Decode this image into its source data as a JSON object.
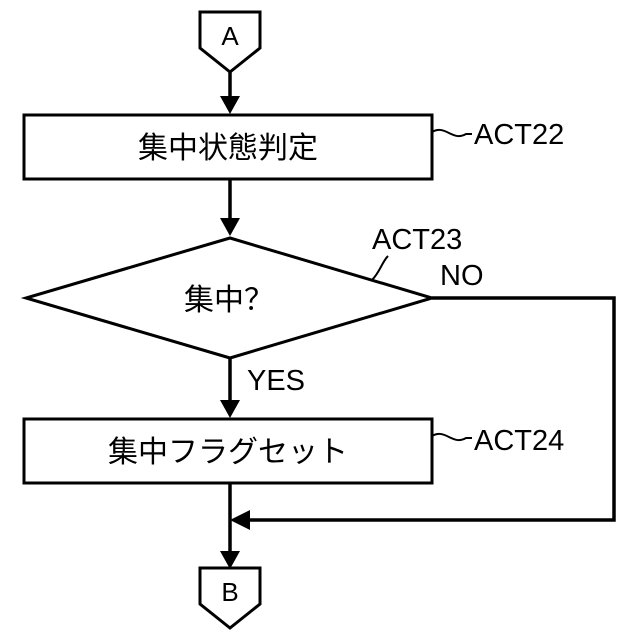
{
  "connectors": {
    "start": "A",
    "end": "B"
  },
  "steps": {
    "act22": {
      "text": "集中状態判定",
      "tag": "ACT22"
    },
    "act23": {
      "text": "集中？",
      "tag": "ACT23",
      "yes_label": "YES",
      "no_label": "NO"
    },
    "act24": {
      "text": "集中フラグセット",
      "tag": "ACT24"
    }
  }
}
